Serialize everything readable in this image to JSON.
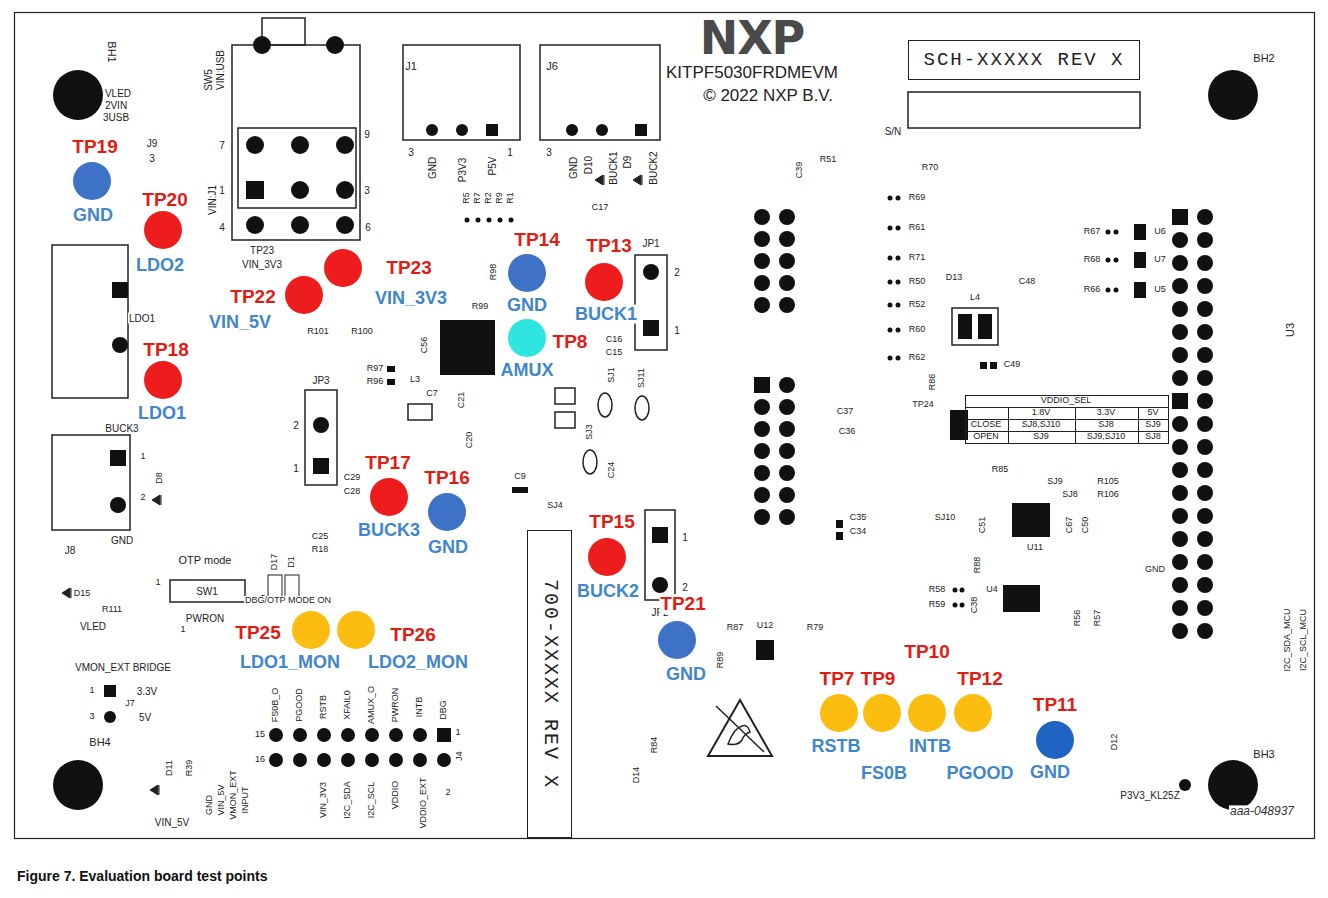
{
  "diagram": {
    "caption": "Figure 7. Evaluation board test points",
    "nodes": [
      {
        "text": [
          "SCH-XXXXX REV X"
        ]
      },
      {
        "text": [
          "TP19",
          "GND"
        ]
      },
      {
        "text": [
          "TP20",
          "LDO2"
        ]
      },
      {
        "text": [
          "TP23",
          "VIN_3V3"
        ]
      },
      {
        "text": [
          "TP14",
          "GND"
        ]
      },
      {
        "text": [
          "TP13",
          "BUCK1"
        ]
      },
      {
        "text": [
          "TP22",
          "VIN_5V"
        ]
      },
      {
        "text": [
          "TP8",
          "AMUX"
        ]
      },
      {
        "text": [
          "TP18",
          "LDO1"
        ]
      },
      {
        "text": [
          "TP17",
          "BUCK3"
        ]
      },
      {
        "text": [
          "TP16",
          "GND"
        ]
      },
      {
        "text": [
          "700-XXXXX REV X"
        ]
      },
      {
        "text": [
          "TP15",
          "BUCK2"
        ]
      },
      {
        "text": [
          "TP25",
          "LDO1_MON"
        ]
      },
      {
        "text": [
          "TP26",
          "LDO2_MON"
        ]
      },
      {
        "text": [
          "TP21",
          "GND"
        ]
      },
      {
        "text": [
          "TP7",
          "RSTB"
        ]
      },
      {
        "text": [
          "TP9",
          "FS0B"
        ]
      },
      {
        "text": [
          "TP10",
          "INTB"
        ]
      },
      {
        "text": [
          "TP12",
          "PGOOD"
        ]
      },
      {
        "text": [
          "TP11",
          "GND"
        ]
      }
    ],
    "labels": [
      "NXP",
      "KITPF5030FRDMEVM",
      "© 2022 NXP B.V.",
      "S/N",
      "BH1",
      "BH2",
      "BH3",
      "BH4",
      "J1",
      "GND",
      "P3V3",
      "P5V",
      "3",
      "1",
      "J6",
      "3",
      "GND",
      "D10",
      "BUCK1",
      "D9",
      "BUCK2",
      "SW5",
      "VIN:USB",
      "VIN:J1",
      "9",
      "7",
      "1",
      "3",
      "4",
      "6",
      "VLED",
      "2VIN",
      "3USB",
      "J9",
      "3",
      "TP23",
      "VIN_3V3",
      "LDO1",
      "R101",
      "R100",
      "R98",
      "R99",
      "R5",
      "R7",
      "R2",
      "R9",
      "R1",
      "C17",
      "JP1",
      "2",
      "1",
      "C16",
      "C15",
      "SJ1",
      "SJ11",
      "SJ3",
      "SJ4",
      "C24",
      "C9",
      "JP2",
      "1",
      "2",
      "JP3",
      "2",
      "1",
      "R97",
      "R96",
      "C56",
      "L3",
      "C7",
      "C29",
      "C28",
      "C21",
      "C20",
      "BUCK3",
      "1",
      "2",
      "D8",
      "GND",
      "J8",
      "OTP mode",
      "SW1",
      "1",
      "PWRON",
      "1",
      "D17",
      "D1",
      "R18",
      "C25",
      "DBG/OTP MODE ON",
      "D15",
      "R111",
      "VLED",
      "VMON_EXT BRIDGE",
      "1",
      "3.3V",
      "J7",
      "3",
      "5V",
      "FS0B_O",
      "PGOOD",
      "RSTB",
      "XFAIL0",
      "AMUX_O",
      "PWRON",
      "INTB",
      "DBG",
      "15",
      "16",
      "1",
      "J4",
      "2",
      "VIN_3V3",
      "I2C_SDA",
      "I2C_SCL",
      "VDDIO",
      "VDDIO_EXT",
      "GND",
      "VIN_5V",
      "VMON_EXT",
      "INPUT",
      "R39",
      "D11",
      "VIN_5V",
      "R87",
      "R89",
      "U12",
      "R79",
      "D14",
      "R84",
      "D12",
      "P3V3_KL25Z",
      "R51",
      "C39",
      "R70",
      "R69",
      "R61",
      "R71",
      "R50",
      "R52",
      "R60",
      "R62",
      "R86",
      "R67",
      "U6",
      "R68",
      "U7",
      "R66",
      "U5",
      "D13",
      "C48",
      "L4",
      "C49",
      "TP24",
      "C37",
      "C36",
      "R85",
      "C35",
      "C34",
      "SJ9",
      "SJ8",
      "R105",
      "R106",
      "U11",
      "SJ10",
      "C67",
      "C50",
      "C51",
      "R88",
      "C38",
      "R58",
      "R59",
      "U4",
      "R56",
      "R57",
      "GND",
      "U3",
      "I2C_SDA_MCU",
      "I2C_SCL_MCU",
      "VDDIO_SEL",
      "1.8V",
      "3.3V",
      "5V",
      "CLOSE",
      "SJ8,SJ10",
      "SJ8",
      "SJ9",
      "OPEN",
      "SJ9",
      "SJ9,SJ10",
      "SJ8",
      "aaa-048937"
    ]
  }
}
